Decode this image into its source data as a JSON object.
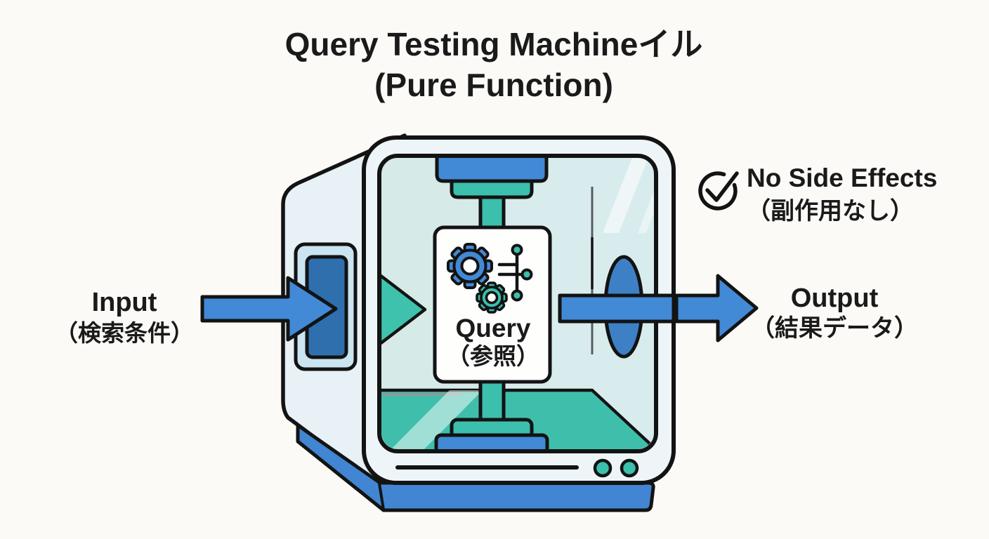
{
  "title": {
    "line1": "Query Testing Machineイル",
    "line2": "(Pure Function)"
  },
  "input_label": {
    "line1": "Input",
    "line2": "（検索条件）"
  },
  "output_label": {
    "line1": "Output",
    "line2": "（結果データ）"
  },
  "no_side_effects": {
    "line1": "No Side Effects",
    "line2": "（副作用なし）"
  },
  "machine": {
    "card": {
      "line1": "Query",
      "line2": "（参照）"
    }
  },
  "icons": {
    "check": "check-circle-icon",
    "gear_large": "gear-icon-blue",
    "gear_small": "gear-icon-teal",
    "circuit": "circuit-nodes-icon"
  },
  "colors": {
    "accent_blue": "#4289d6",
    "teal": "#3cbfad",
    "floor_teal": "#3fbfab",
    "dark_blue_slot": "#2f6fae",
    "ellipse_blue": "#3e80c5",
    "base_blue": "#4285d3",
    "outline": "#131313",
    "glass": "#d9eced",
    "body_light": "#eef5f8",
    "background": "#fbfaf7",
    "text": "#1a1a1a"
  }
}
